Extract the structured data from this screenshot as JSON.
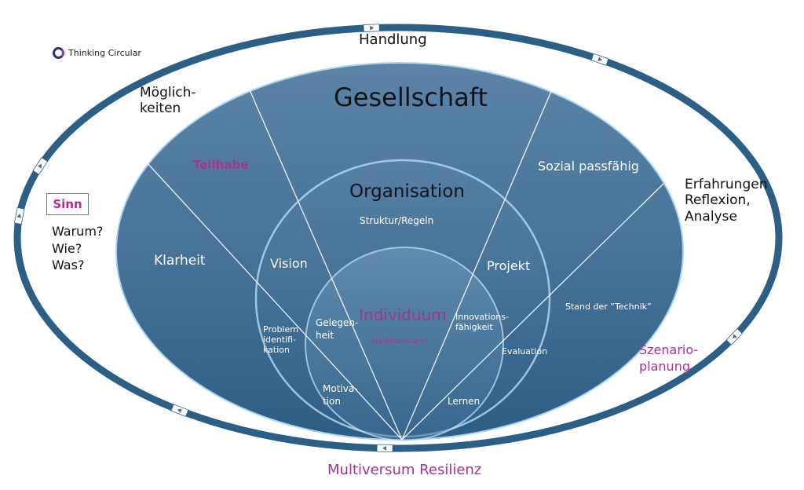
{
  "logo": {
    "text": "Thinking Circular",
    "icon": "ring-logo-icon"
  },
  "outer_ring": {
    "top_label": "Handlung",
    "bottom_label": "Multiversum Resilienz",
    "markers": [
      "play-marker-icon",
      "play-marker-icon",
      "play-marker-icon",
      "play-marker-icon",
      "play-marker-icon",
      "play-marker-icon"
    ]
  },
  "left_panel": {
    "sinn": "Sinn",
    "questions": [
      "Warum?",
      "Wie?",
      "Was?"
    ]
  },
  "outside_labels": {
    "moeglichkeiten": "Möglich-\nkeiten",
    "erfahrungen": "Erfahrungen\nReflexion,\nAnalyse",
    "szenario": "Szenario-\nplanung"
  },
  "gesellschaft": {
    "title": "Gesellschaft",
    "segments": {
      "teilhabe": "Teilhabe",
      "klarheit": "Klarheit",
      "sozial": "Sozial passfähig",
      "technik": "Stand der “Technik”"
    }
  },
  "organisation": {
    "title": "Organisation",
    "subtitle": "Struktur/Regeln",
    "segments": {
      "vision": "Vision",
      "projekt": "Projekt",
      "problem": "Problem\nidentifi-\nkation",
      "evaluation": "Evaluation"
    }
  },
  "individuum": {
    "title": "Individuum",
    "subtitle": "(selbstwirksam)",
    "segments": {
      "gelegenheit": "Gelegen-\nheit",
      "innovation": "Innovations-\nfähigkeit",
      "motivation": "Motiva-\ntion",
      "lernen": "Lernen"
    }
  },
  "colors": {
    "ring": "#2b5f86",
    "ellipse_top": "#5a82a4",
    "ellipse_bottom": "#2e5f86",
    "accent_pink": "#a2358f",
    "text_dark": "#111111"
  }
}
